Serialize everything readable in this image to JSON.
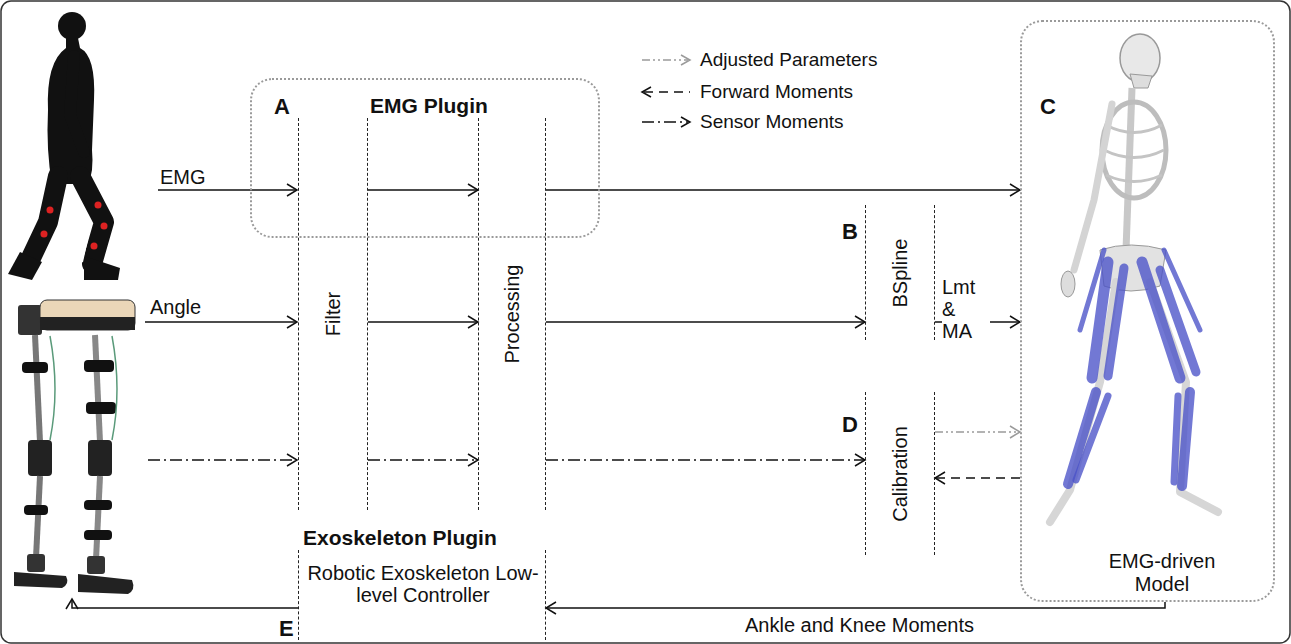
{
  "diagram": {
    "nodes": [
      {
        "text": [
          "A",
          "EMG Plugin"
        ]
      },
      {
        "text": [
          "Filter"
        ]
      },
      {
        "text": [
          "Processing"
        ]
      },
      {
        "text": [
          "B",
          "BSpline"
        ]
      },
      {
        "text": [
          "D",
          "Calibration"
        ]
      },
      {
        "text": [
          "C",
          "EMG-driven Model"
        ]
      },
      {
        "text": [
          "Exoskeleton Plugin",
          "Robotic Exoskeleton Low-level Controller",
          "E"
        ]
      }
    ],
    "edges": [
      {
        "from": 1,
        "to": 2,
        "arrow": "to"
      },
      {
        "from": 1,
        "to": 2,
        "arrow": "to"
      },
      {
        "from": 1,
        "to": 2,
        "arrow": "to"
      },
      {
        "from": 2,
        "to": 5,
        "arrow": "to"
      },
      {
        "from": 2,
        "to": 3,
        "arrow": "to"
      },
      {
        "from": 3,
        "to": 5,
        "label": "Lmt & MA",
        "arrow": "to"
      },
      {
        "from": 2,
        "to": 4,
        "arrow": "to"
      },
      {
        "from": 4,
        "to": 5,
        "arrow": "to"
      },
      {
        "from": 5,
        "to": 4,
        "arrow": "to"
      },
      {
        "from": 5,
        "to": 6,
        "label": "Ankle and Knee Moments",
        "arrow": "to"
      }
    ],
    "labels": [
      "EMG",
      "Angle"
    ],
    "legend": [
      {
        "text": "Adjusted Parameters"
      },
      {
        "text": "Forward Moments"
      },
      {
        "text": "Sensor Moments"
      }
    ]
  }
}
